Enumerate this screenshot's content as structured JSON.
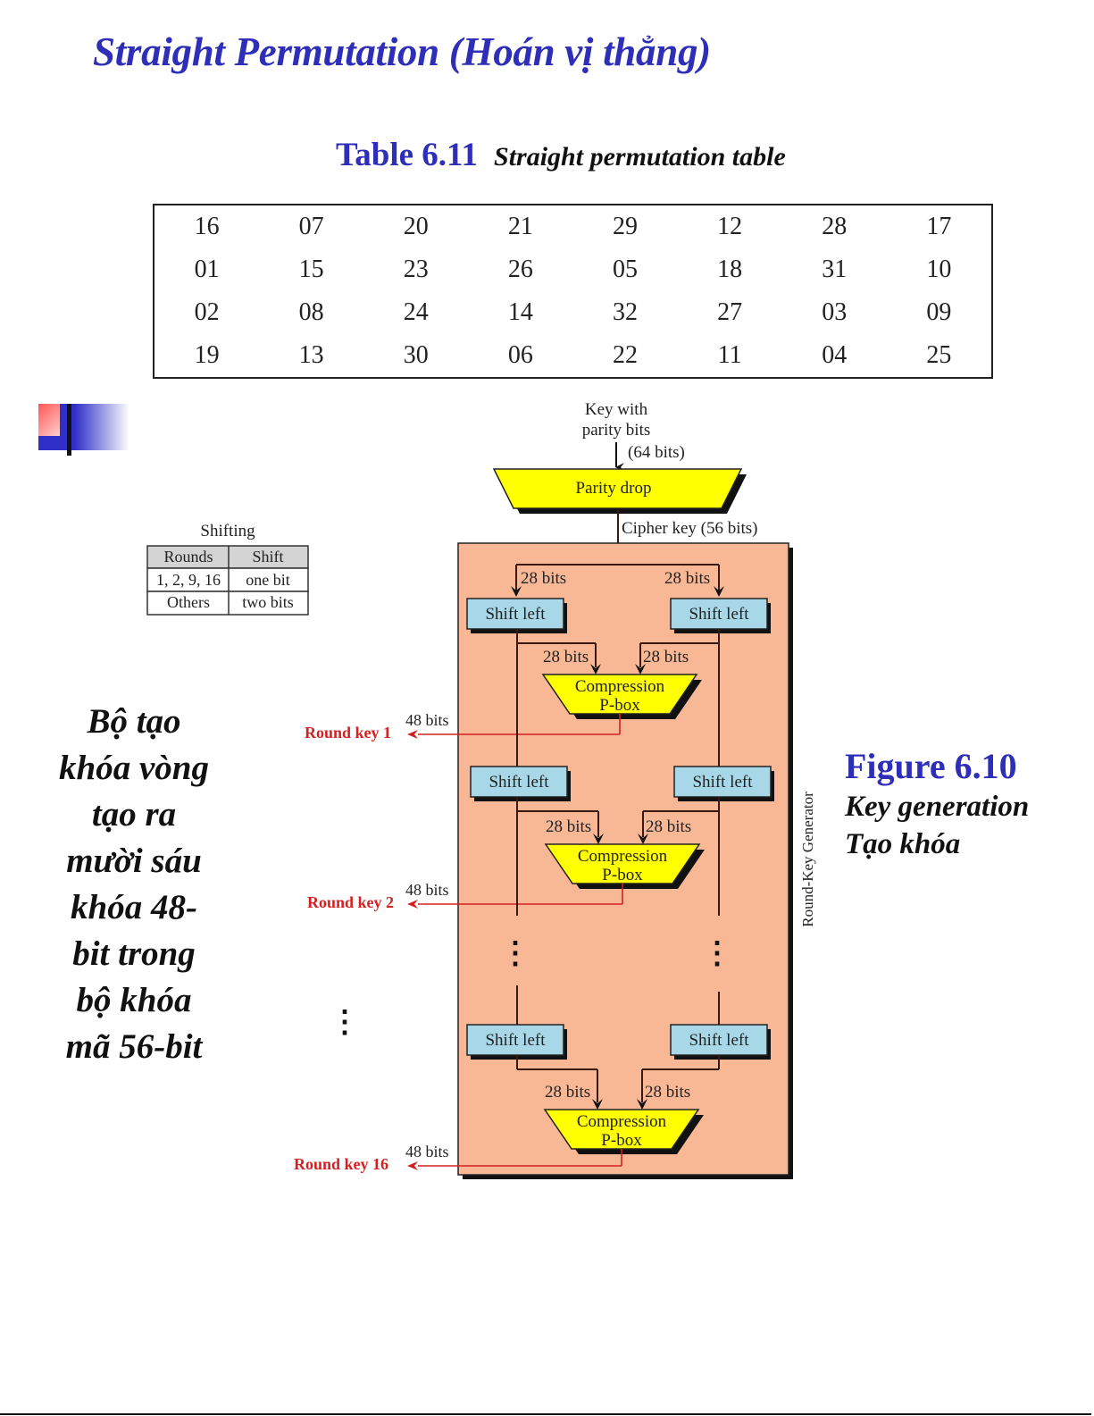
{
  "page": {
    "title": "Straight Permutation (Hoán vị thẳng)"
  },
  "table": {
    "caption_number": "Table 6.11",
    "caption_text": "Straight permutation table",
    "rows": [
      [
        "16",
        "07",
        "20",
        "21",
        "29",
        "12",
        "28",
        "17"
      ],
      [
        "01",
        "15",
        "23",
        "26",
        "05",
        "18",
        "31",
        "10"
      ],
      [
        "02",
        "08",
        "24",
        "14",
        "32",
        "27",
        "03",
        "09"
      ],
      [
        "19",
        "13",
        "30",
        "06",
        "22",
        "11",
        "04",
        "25"
      ]
    ]
  },
  "side_text": {
    "lines": [
      "Bộ tạo",
      "khóa vòng",
      "tạo ra",
      "mười sáu",
      "khóa 48-",
      "bit trong",
      "bộ khóa",
      "mã 56-bit"
    ]
  },
  "figure": {
    "number": "Figure 6.10",
    "title_en": "Key generation",
    "title_vi": "Tạo khóa"
  },
  "diagram": {
    "input_label_line1": "Key with",
    "input_label_line2": "parity bits",
    "input_bits": "(64 bits)",
    "parity_drop": "Parity drop",
    "cipher_key": "Cipher key (56 bits)",
    "half_bits": "28 bits",
    "shift_left": "Shift left",
    "compression_line1": "Compression",
    "compression_line2": "P-box",
    "round_key_bits": "48 bits",
    "round_keys": [
      "Round key 1",
      "Round key 2",
      "Round key 16"
    ],
    "generator_label": "Round-Key Generator",
    "ellipsis": "⋮",
    "shifting_table": {
      "title": "Shifting",
      "headers": [
        "Rounds",
        "Shift"
      ],
      "rows": [
        [
          "1, 2, 9, 16",
          "one bit"
        ],
        [
          "Others",
          "two bits"
        ]
      ]
    },
    "colors": {
      "generator_fill": "#f8b896",
      "pbox_fill": "#ffff00",
      "shift_fill": "#a8d8e8",
      "round_key_red": "#d42020",
      "line": "#3a1a10"
    }
  }
}
